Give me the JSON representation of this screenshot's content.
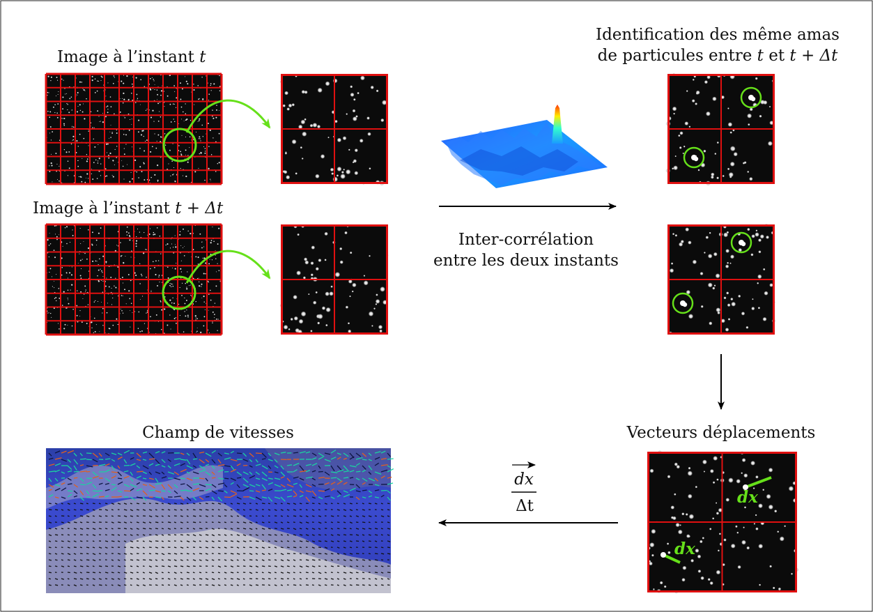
{
  "labels": {
    "image_t_prefix": "Image à l’instant",
    "image_t_var": "t",
    "image_tdt_prefix": "Image à l’instant",
    "image_tdt_var": "t + Δt",
    "identification_line1": "Identification des même amas",
    "identification_line2_prefix": "de particules entre",
    "identification_line2_t": "t",
    "identification_line2_mid": "et",
    "identification_line2_tdt": "t + Δt",
    "intercorr_line1": "Inter-corrélation",
    "intercorr_line2": "entre les deux instants",
    "vecteurs": "Vecteurs déplacements",
    "champ": "Champ de vitesses",
    "formula_num": "dx",
    "formula_den": "Δt",
    "vec_label_1": "dx",
    "vec_label_2": "dx"
  },
  "colors": {
    "grid_red": "#e01010",
    "highlight_green": "#66e01a",
    "arrow_black": "#000000",
    "background_dark": "#0b0b0b"
  }
}
